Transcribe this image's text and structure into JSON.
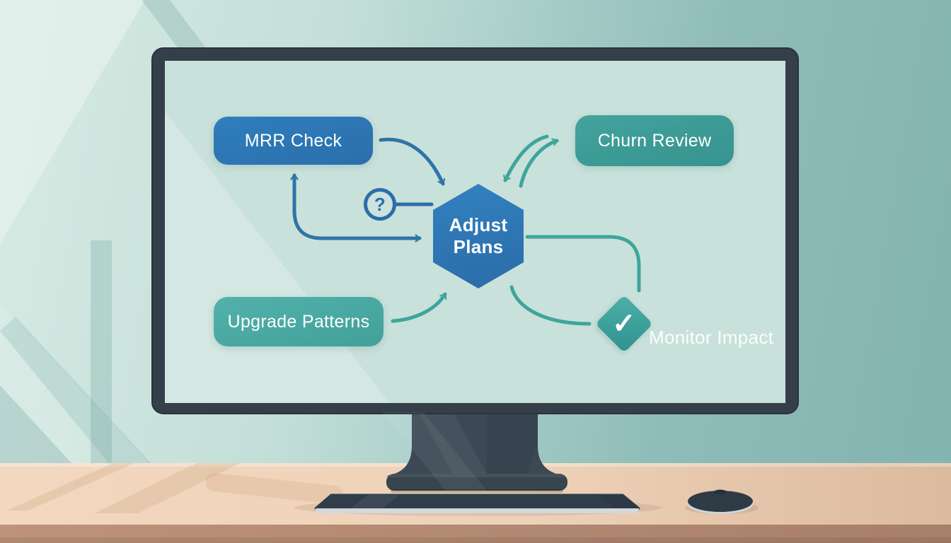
{
  "diagram": {
    "nodes": {
      "mrr_check": {
        "label": "MRR Check",
        "color": "#2c77b4"
      },
      "churn_review": {
        "label": "Churn Review",
        "color": "#3d9e99"
      },
      "upgrade_patterns": {
        "label": "Upgrade Patterns",
        "color": "#4aaba3"
      },
      "adjust_plans": {
        "label_line1": "Adjust",
        "label_line2": "Plans",
        "color": "#2e76b3"
      },
      "monitor_impact": {
        "label": "Monitor Impact",
        "color": "#3fa19c"
      }
    },
    "icons": {
      "question_mark": "?",
      "checkmark": "✓"
    },
    "arrow_colors": {
      "blue": "#2f74a9",
      "teal": "#3ea59b"
    }
  }
}
